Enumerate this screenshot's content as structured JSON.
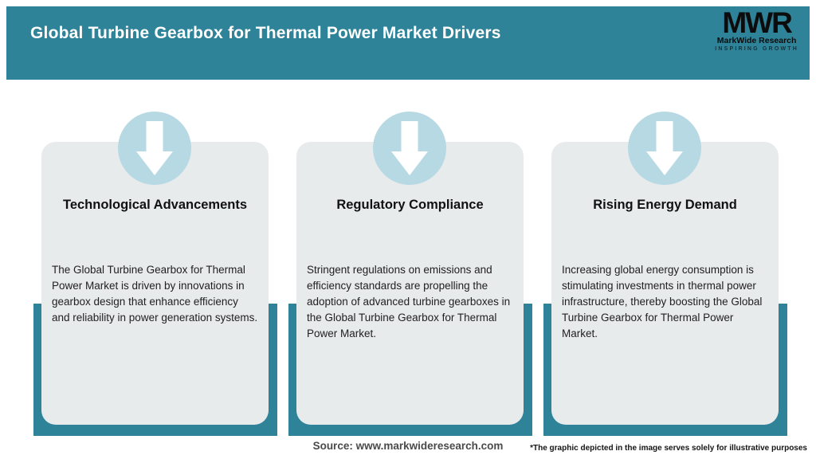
{
  "header": {
    "title": "Global Turbine Gearbox for Thermal Power Market Drivers",
    "logo": {
      "monogram": "MWR",
      "name": "MarkWide Research",
      "tagline": "INSPIRING GROWTH"
    }
  },
  "colors": {
    "teal": "#2E8399",
    "card_background": "#E8EBEC",
    "circle_blue": "#B7D9E4",
    "title_text": "#FFFFFF",
    "body_text": "#212121"
  },
  "cards": [
    {
      "title": "Technological Advancements",
      "description": "The Global Turbine Gearbox for Thermal Power Market is driven by innovations in gearbox design that enhance efficiency and reliability in power generation systems."
    },
    {
      "title": "Regulatory Compliance",
      "description": "Stringent regulations on emissions and efficiency standards are propelling the adoption of advanced turbine gearboxes in the Global Turbine Gearbox for Thermal Power Market."
    },
    {
      "title": "Rising Energy Demand",
      "description": "Increasing global energy consumption is stimulating investments in thermal power infrastructure, thereby boosting the Global Turbine Gearbox for Thermal Power Market."
    }
  ],
  "footer": {
    "source": "Source: www.markwideresearch.com",
    "disclaimer": "*The graphic depicted in the image serves solely for illustrative purposes"
  }
}
